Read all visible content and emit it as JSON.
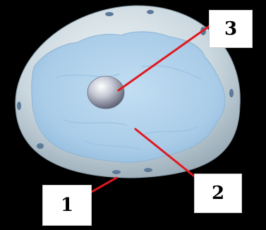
{
  "labels": [
    {
      "number": "1",
      "part": "cell-membrane"
    },
    {
      "number": "2",
      "part": "cytoplasm"
    },
    {
      "number": "3",
      "part": "nucleus"
    }
  ],
  "colors": {
    "background": "#000000",
    "membrane": "#c9d6dd",
    "cytoplasm": "#aacde9",
    "nucleus": "#b3b8c8",
    "pointer": "#e0181f",
    "label_box": "#ffffff"
  }
}
